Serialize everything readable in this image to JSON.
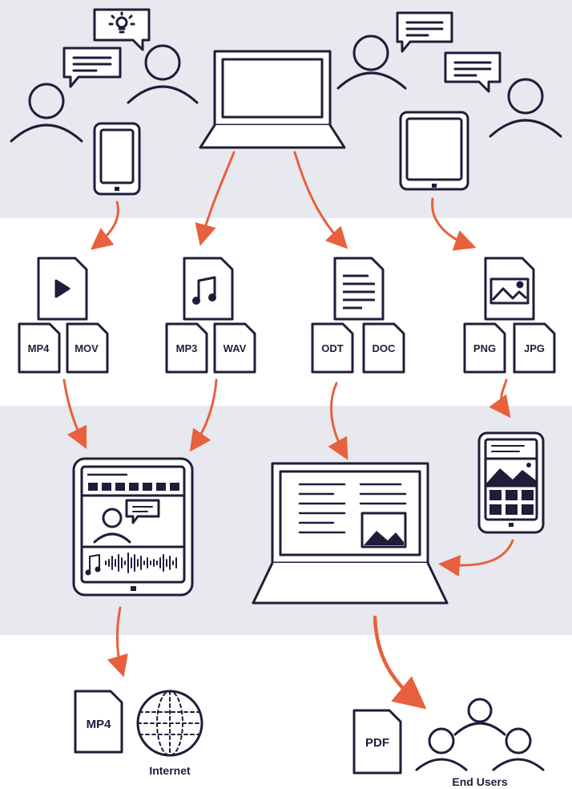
{
  "colors": {
    "band": "#e8e8ef",
    "ink": "#1f1d3a",
    "arrow": "#e8603c",
    "paper": "#ffffff"
  },
  "formats": {
    "video_a": "MP4",
    "video_b": "MOV",
    "audio_a": "MP3",
    "audio_b": "WAV",
    "text_a": "ODT",
    "text_b": "DOC",
    "image_a": "PNG",
    "image_b": "JPG"
  },
  "outputs": {
    "video_file": "MP4",
    "internet_label": "Internet",
    "pdf_file": "PDF",
    "end_users_label": "End Users"
  },
  "icons": {
    "video": "play-icon",
    "audio": "music-note-icon",
    "text": "text-lines-icon",
    "image": "landscape-image-icon",
    "globe": "globe-icon",
    "idea": "lightbulb-icon"
  }
}
